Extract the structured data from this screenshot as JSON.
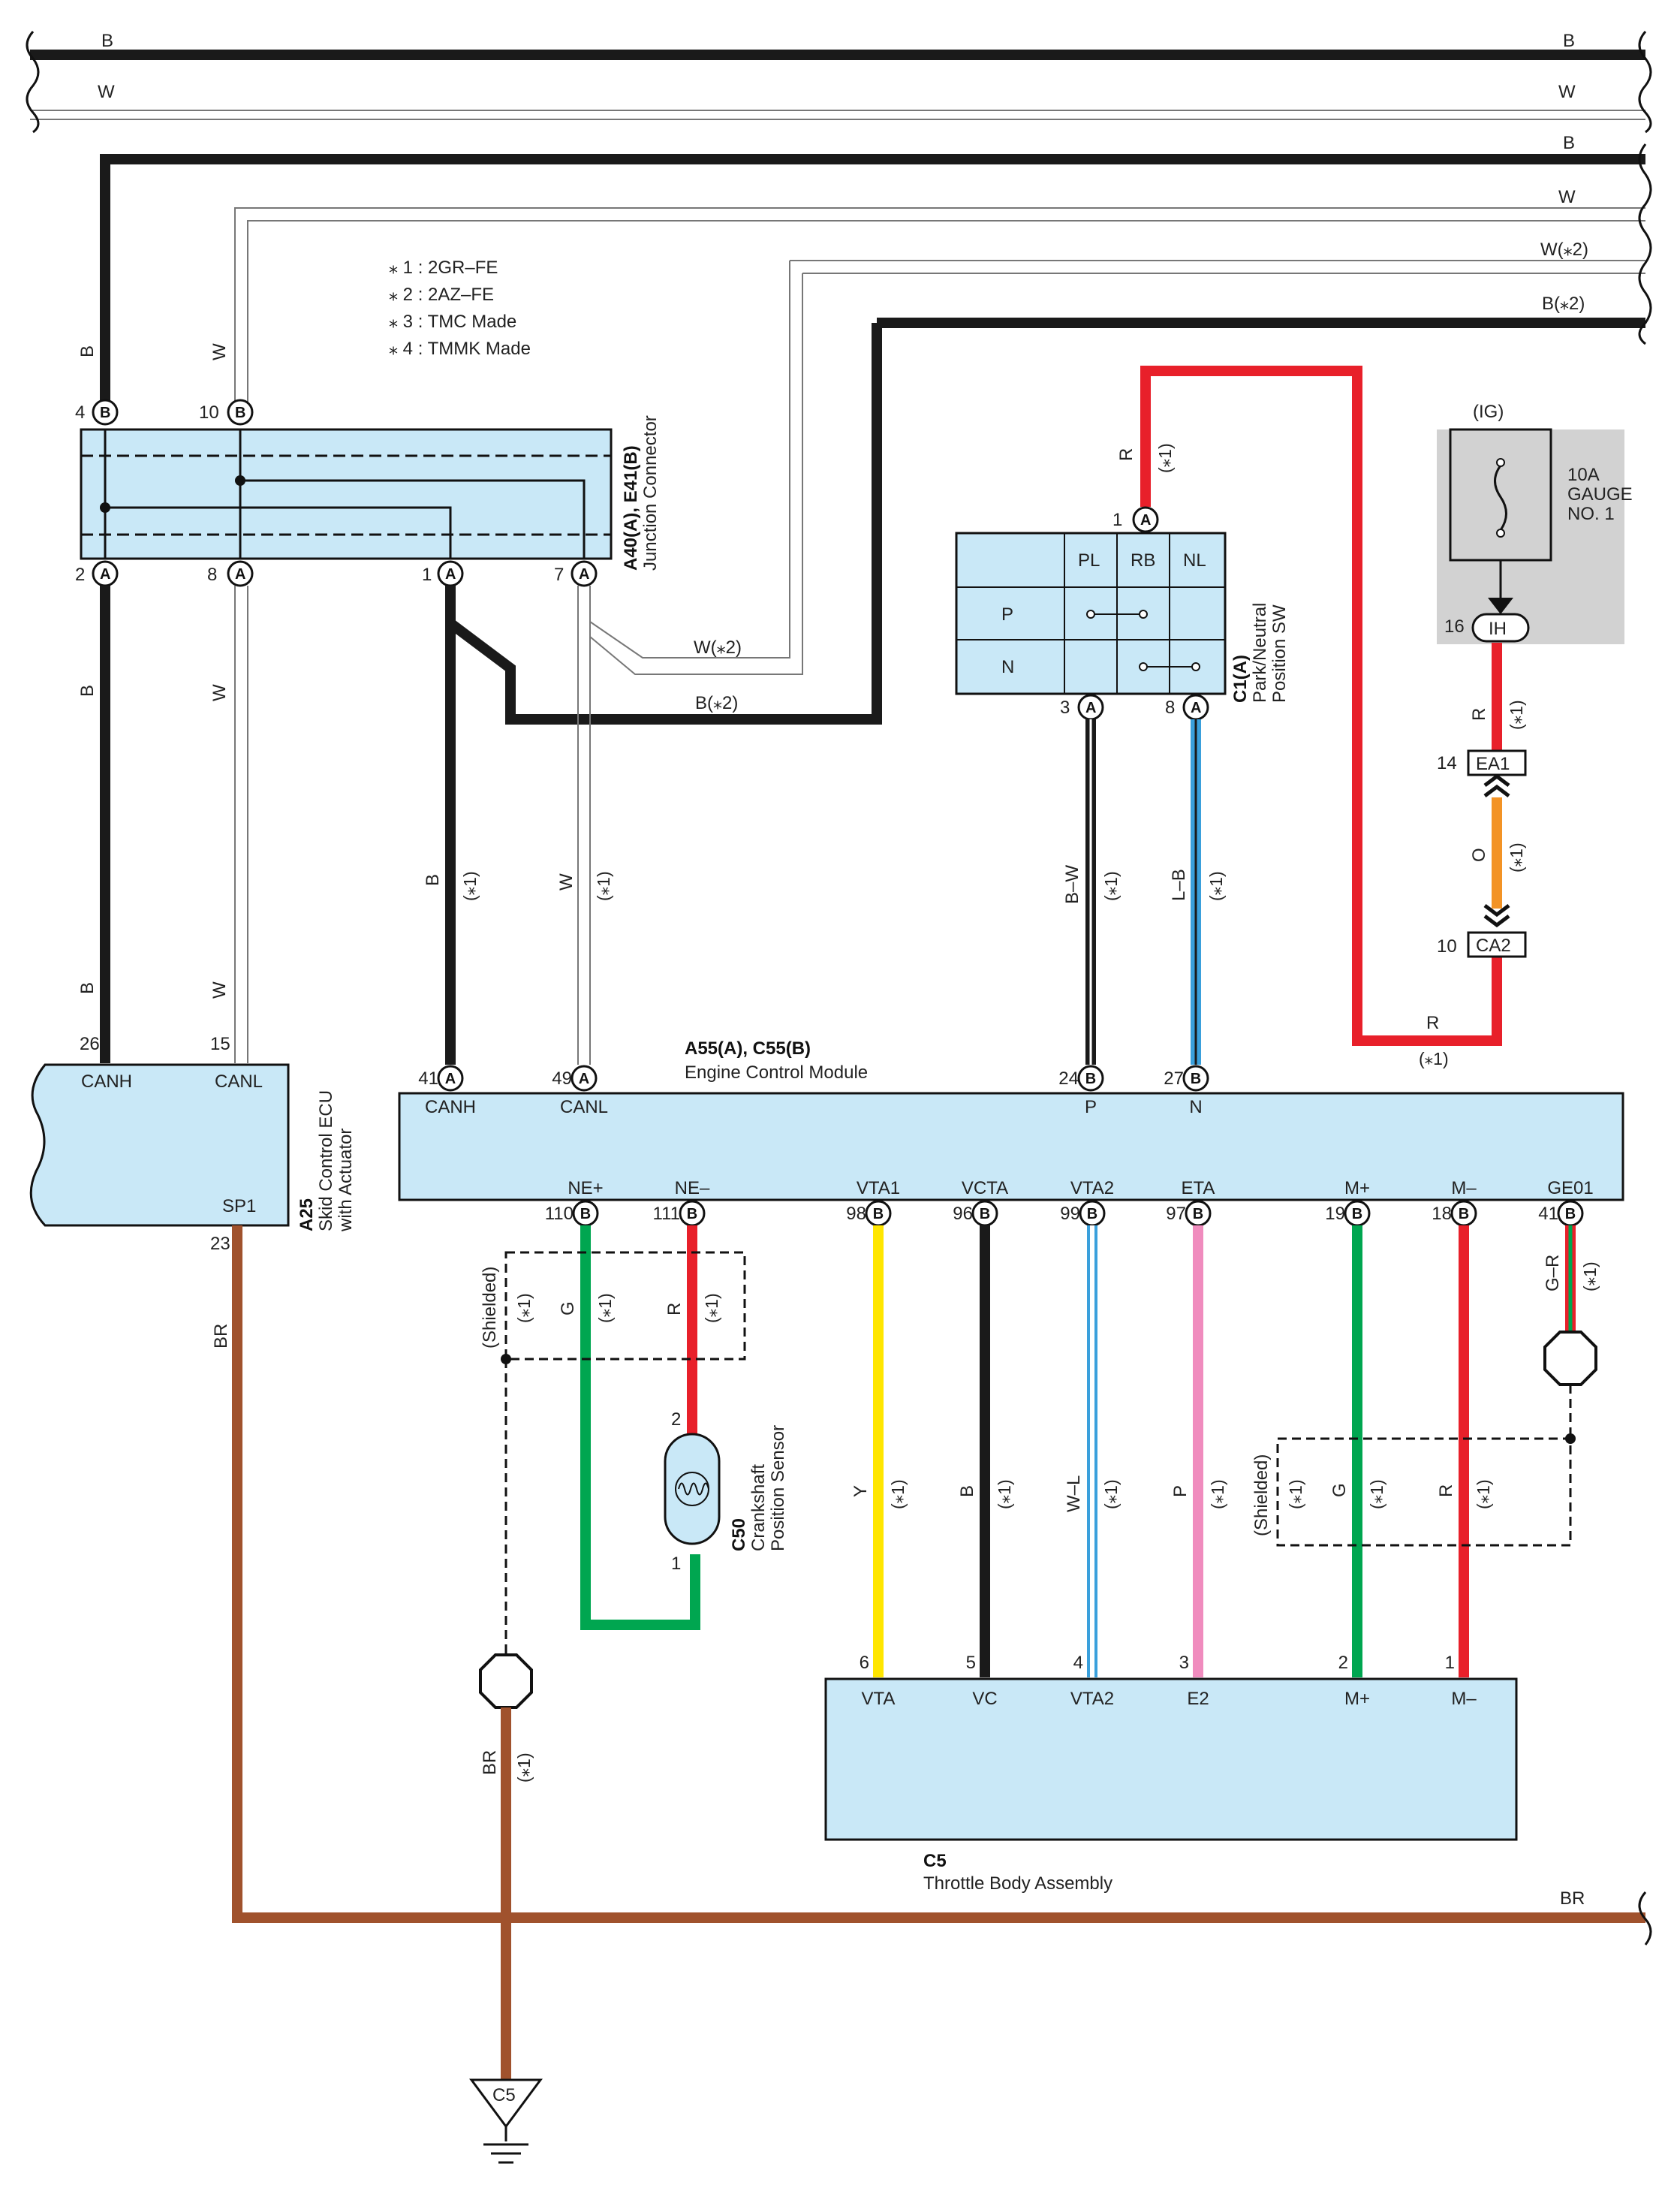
{
  "notes": [
    {
      "mark": "⁎ 1",
      "text": ": 2GR–FE"
    },
    {
      "mark": "⁎ 2",
      "text": ": 2AZ–FE"
    },
    {
      "mark": "⁎ 3",
      "text": ": TMC Made"
    },
    {
      "mark": "⁎ 4",
      "text": ": TMMK Made"
    }
  ],
  "colors": {
    "box_fill": "#c9e8f7",
    "fuse_panel": "#d2d2d2",
    "wire_black": "#1a1a1a",
    "wire_red": "#e8202a",
    "wire_orange": "#f39325",
    "wire_green": "#00a650",
    "wire_yellow": "#ffe600",
    "wire_pink": "#f08cbe",
    "wire_brown": "#a0522d",
    "wire_blue": "#3aa0dc"
  },
  "bus": {
    "left_B": "B",
    "right_B": "B",
    "left_W": "W",
    "right_W": "W",
    "r2_B": "B",
    "r2_W": "W",
    "r2_W2": "W(⁎2)",
    "r2_B2": "B(⁎2)"
  },
  "wire_labels": {
    "b_top": "B",
    "w_top": "W",
    "b_mid": "B",
    "w_mid": "W",
    "b_low": "B",
    "w_low": "W",
    "w2_diag": "W(⁎2)",
    "b2_diag": "B(⁎2)",
    "canh_b": "B",
    "canh_note": "(⁎1)",
    "canl_w": "W",
    "canl_note": "(⁎1)",
    "r_top": "R",
    "r_top_note": "(⁎1)",
    "bw": "B–W",
    "bw_note": "(⁎1)",
    "lb": "L–B",
    "lb_note": "(⁎1)",
    "r_ih": "R",
    "r_ih_note": "(⁎1)",
    "o": "O",
    "o_note": "(⁎1)",
    "r_bottom": "R",
    "r_bottom_note": "(⁎1)",
    "br_left": "BR",
    "br_right": "BR",
    "br_ground": "BR",
    "br_ground_note": "(⁎1)",
    "shielded_left": "(Shielded)",
    "shield_note_l": "(⁎1)",
    "g_ne": "G",
    "g_ne_note": "(⁎1)",
    "r_ne": "R",
    "r_ne_note": "(⁎1)",
    "y": "Y",
    "y_note": "(⁎1)",
    "b_vc": "B",
    "b_vc_note": "(⁎1)",
    "wl": "W–L",
    "wl_note": "(⁎1)",
    "p": "P",
    "p_note": "(⁎1)",
    "shielded_right": "(Shielded)",
    "shield_note_r": "(⁎1)",
    "g_m": "G",
    "g_m_note": "(⁎1)",
    "r_m": "R",
    "r_m_note": "(⁎1)",
    "gr": "G–R",
    "gr_note": "(⁎1)"
  },
  "junction": {
    "code": "A40(A), E41(B)",
    "name": "Junction Connector",
    "top_pins": [
      {
        "num": "4",
        "letter": "B"
      },
      {
        "num": "10",
        "letter": "B"
      }
    ],
    "bottom_pins": [
      {
        "num": "2",
        "letter": "A"
      },
      {
        "num": "8",
        "letter": "A"
      },
      {
        "num": "1",
        "letter": "A"
      },
      {
        "num": "7",
        "letter": "A"
      }
    ]
  },
  "skid": {
    "code": "A25",
    "name_line1": "Skid Control ECU",
    "name_line2": "with Actuator",
    "pin_canh": "26",
    "pin_canl": "15",
    "pin_sp1": "23",
    "label_canh": "CANH",
    "label_canl": "CANL",
    "label_sp1": "SP1"
  },
  "ecm": {
    "code": "A55(A), C55(B)",
    "name": "Engine Control Module",
    "top_pins": [
      {
        "num": "41",
        "letter": "A",
        "label": "CANH"
      },
      {
        "num": "49",
        "letter": "A",
        "label": "CANL"
      },
      {
        "num": "24",
        "letter": "B",
        "label": "P"
      },
      {
        "num": "27",
        "letter": "B",
        "label": "N"
      }
    ],
    "bottom_pins": [
      {
        "num": "110",
        "letter": "B",
        "label": "NE+"
      },
      {
        "num": "111",
        "letter": "B",
        "label": "NE–"
      },
      {
        "num": "98",
        "letter": "B",
        "label": "VTA1"
      },
      {
        "num": "96",
        "letter": "B",
        "label": "VCTA"
      },
      {
        "num": "99",
        "letter": "B",
        "label": "VTA2"
      },
      {
        "num": "97",
        "letter": "B",
        "label": "ETA"
      },
      {
        "num": "19",
        "letter": "B",
        "label": "M+"
      },
      {
        "num": "18",
        "letter": "B",
        "label": "M–"
      },
      {
        "num": "41",
        "letter": "B",
        "label": "GE01"
      }
    ]
  },
  "pnsw": {
    "code": "C1(A)",
    "name_line1": "Park/Neutral",
    "name_line2": "Position SW",
    "cols": [
      "PL",
      "RB",
      "NL"
    ],
    "rows": [
      "P",
      "N"
    ],
    "pin_top": "1",
    "pin_top_letter": "A",
    "pin_left": "3",
    "pin_left_letter": "A",
    "pin_right": "8",
    "pin_right_letter": "A"
  },
  "fuse": {
    "ig": "(IG)",
    "rating": "10A",
    "line2": "GAUGE",
    "line3": "NO. 1",
    "pin": "16",
    "conn": "IH"
  },
  "connectors": {
    "ea1_pin": "14",
    "ea1": "EA1",
    "ca2_pin": "10",
    "ca2": "CA2"
  },
  "crank": {
    "code": "C50",
    "name_line1": "Crankshaft",
    "name_line2": "Position Sensor",
    "pin_top": "2",
    "pin_bottom": "1"
  },
  "throttle": {
    "code": "C5",
    "name": "Throttle Body Assembly",
    "pins": [
      {
        "num": "6",
        "label": "VTA"
      },
      {
        "num": "5",
        "label": "VC"
      },
      {
        "num": "4",
        "label": "VTA2"
      },
      {
        "num": "3",
        "label": "E2"
      },
      {
        "num": "2",
        "label": "M+"
      },
      {
        "num": "1",
        "label": "M–"
      }
    ]
  },
  "ground": {
    "label": "C5"
  }
}
